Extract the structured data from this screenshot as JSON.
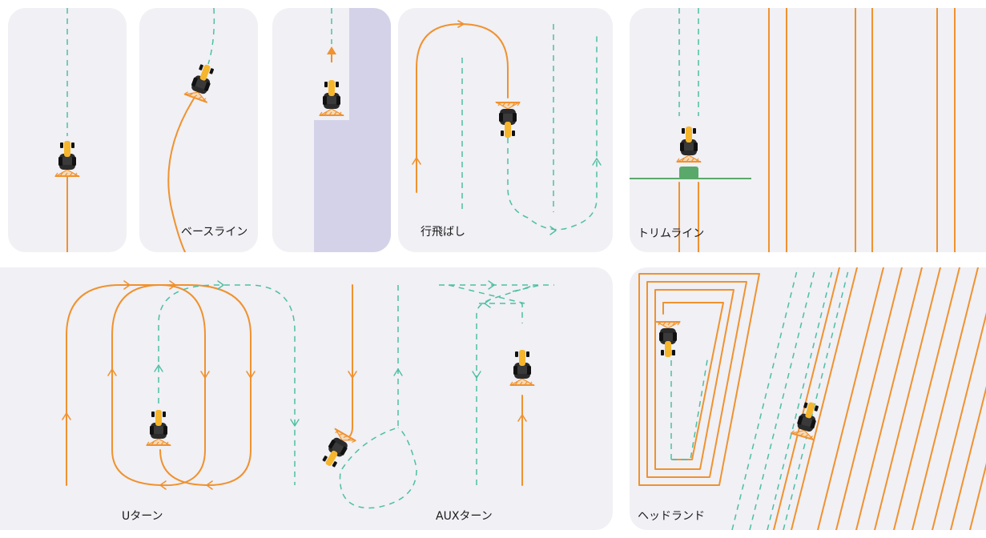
{
  "labels": {
    "baseline": "ベースライン",
    "skip_row": "行飛ばし",
    "trim_line": "トリムライン",
    "u_turn": "Uターン",
    "aux_turn": "AUXターン",
    "headland": "ヘッドランド"
  },
  "colors": {
    "panel_bg": "#f0f0f5",
    "orange_path": "#f0922e",
    "teal_guide": "#4dbfa2",
    "boundary_fill": "#d4d2e8",
    "tractor_body": "#2b2b2b",
    "tractor_accent": "#f5b62e",
    "implement": "#f0922e",
    "sprayer_tank": "#5aa96b"
  },
  "icons": [
    "tractor-icon",
    "direction-arrow-icon",
    "sprayer-icon"
  ]
}
